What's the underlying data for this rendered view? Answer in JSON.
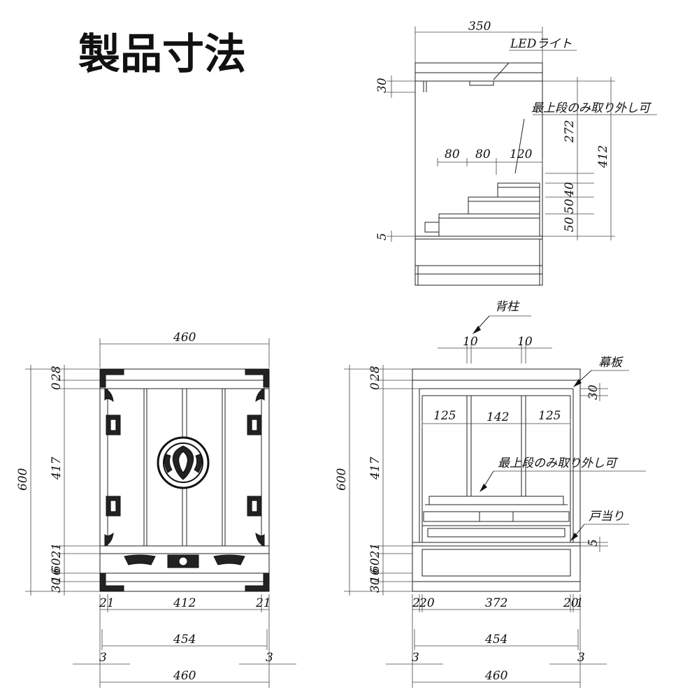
{
  "title": "製品寸法",
  "side_view": {
    "width_label": "350",
    "led_label": "LEDライト",
    "removable_label": "最上段のみ取り外し可",
    "top_label": "30",
    "inner_label": "272",
    "height_label": "412",
    "step40_label": "40",
    "step50a_label": "50",
    "step50b_label": "50",
    "bottom_label": "5",
    "depth80a_label": "80",
    "depth80b_label": "80",
    "depth120_label": "120"
  },
  "front_closed": {
    "width_label": "460",
    "height_label": "600",
    "dim_a": "28",
    "dim_b": "0",
    "main_label": "417",
    "lower_label": "6021",
    "low2_label": "16",
    "base_label": "30",
    "side_left": "21",
    "center": "412",
    "side_right": "21",
    "width454": "454",
    "offset_left": "3",
    "offset_right": "3",
    "width460b": "460"
  },
  "front_open": {
    "back_pillar_label": "背柱",
    "pillar_a": "10",
    "pillar_b": "10",
    "curtain_label": "幕板",
    "curtain_dim": "30",
    "col_a": "125",
    "col_b": "142",
    "col_c": "125",
    "removable_label": "最上段のみ取り外し可",
    "door_stop_label": "戸当り",
    "door_stop_dim": "5",
    "height_label": "600",
    "dim_a": "28",
    "dim_b": "0",
    "main_label": "417",
    "lower_label": "6021",
    "low2_label": "16",
    "base_label": "30",
    "w_a": "2",
    "w_b": "20",
    "center": "372",
    "w_c": "20",
    "w_d": "1",
    "width454": "454",
    "offset_left": "3",
    "offset_right": "3",
    "width460b": "460"
  }
}
